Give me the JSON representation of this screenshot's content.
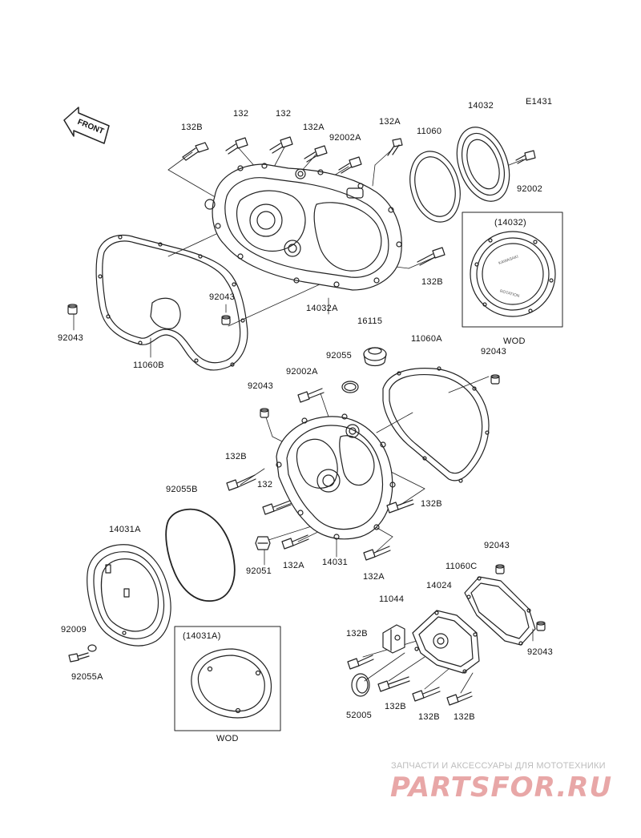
{
  "diagram_id": "E1431",
  "front_label": "FRONT",
  "part_labels": {
    "p_132B_a": "132B",
    "p_132_a": "132",
    "p_132_b": "132",
    "p_132A_a": "132A",
    "p_92002A_a": "92002A",
    "p_132A_b": "132A",
    "p_11060": "11060",
    "p_14032": "14032",
    "p_92002": "92002",
    "p_14032_inset": "(14032)",
    "p_132B_b": "132B",
    "p_92043_a": "92043",
    "p_14032A": "14032A",
    "p_92043_b": "92043",
    "p_11060B": "11060B",
    "p_16115": "16115",
    "p_11060A": "11060A",
    "p_92043_c": "92043",
    "p_92055": "92055",
    "p_92002A_b": "92002A",
    "p_92043_d": "92043",
    "p_132B_c": "132B",
    "p_132_c": "132",
    "p_132B_d": "132B",
    "p_92055B": "92055B",
    "p_14031A": "14031A",
    "p_92051": "92051",
    "p_132A_c": "132A",
    "p_14031": "14031",
    "p_132A_d": "132A",
    "p_92043_e": "92043",
    "p_11060C": "11060C",
    "p_14024": "14024",
    "p_11044": "11044",
    "p_92009": "92009",
    "p_92055A": "92055A",
    "p_14031A_inset": "(14031A)",
    "p_132B_e": "132B",
    "p_92043_f": "92043",
    "p_52005": "52005",
    "p_132B_f": "132B",
    "p_132B_g": "132B",
    "p_132B_h": "132B"
  },
  "inset_notes": {
    "wod_top": "WOD",
    "wod_bottom": "WOD"
  },
  "watermark": {
    "caption": "ЗАПЧАСТИ И АКСЕССУАРЫ ДЛЯ МОТОТЕХНИКИ",
    "brand": "PARTSFOR.RU"
  }
}
